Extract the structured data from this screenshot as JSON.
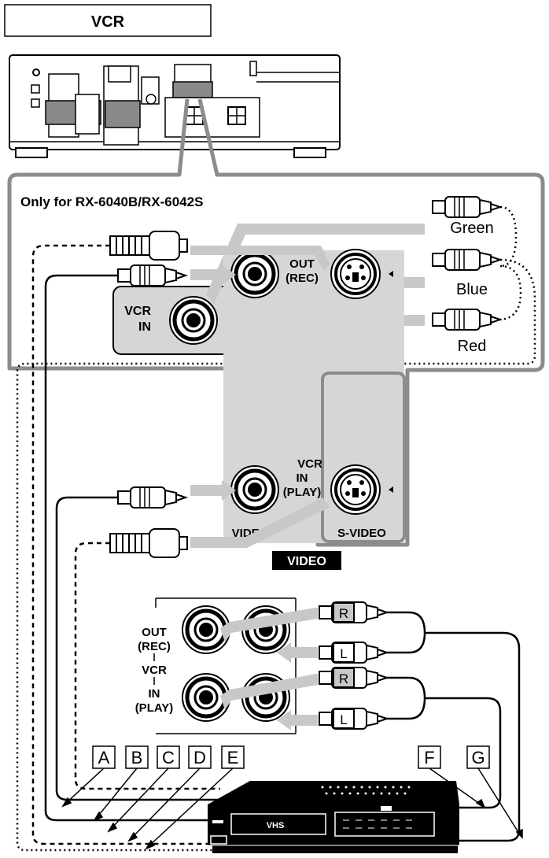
{
  "title": "VCR",
  "inset": {
    "heading": "Only for RX-6040B/RX-6042S",
    "jack_label": [
      "VCR",
      "IN"
    ],
    "colors": {
      "green": "Green",
      "blue": "Blue",
      "red": "Red"
    }
  },
  "video_panel": {
    "out_label": [
      "OUT",
      "(REC)"
    ],
    "vcr_label": "VCR",
    "in_label": [
      "IN",
      "(PLAY)"
    ],
    "video_label": "VIDEO",
    "svideo_label": "S-VIDEO",
    "section_tag": "VIDEO"
  },
  "audio_panel": {
    "out_label": [
      "OUT",
      "(REC)"
    ],
    "vcr_label": "VCR",
    "in_label": [
      "IN",
      "(PLAY)"
    ],
    "plug_right": "R",
    "plug_left": "L"
  },
  "callouts": [
    "A",
    "B",
    "C",
    "D",
    "E",
    "F",
    "G"
  ],
  "vcr_logo": "VHS",
  "palette": {
    "arrow": "#c8c8c8",
    "panel": "#d6d6d6",
    "ink": "#000000"
  }
}
